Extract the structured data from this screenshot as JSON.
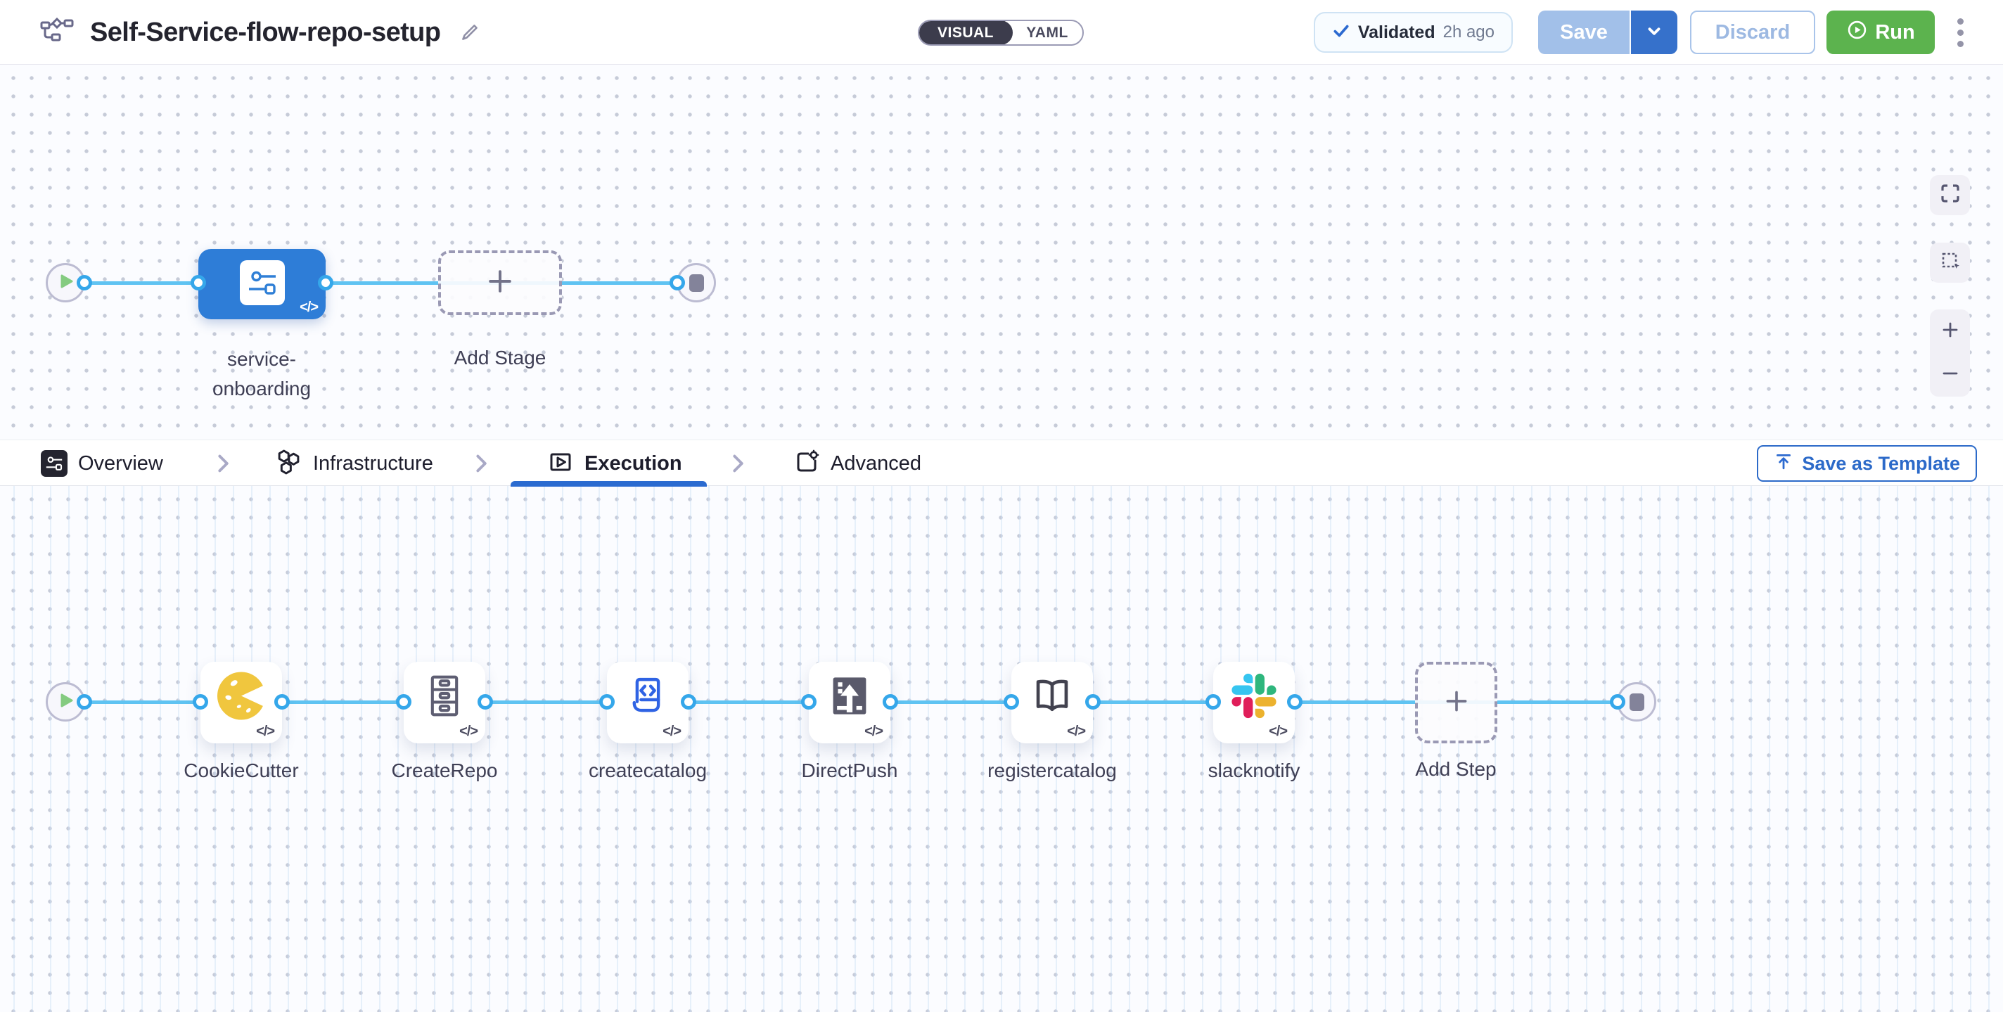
{
  "header": {
    "title": "Self-Service-flow-repo-setup",
    "toggle": {
      "visual": "VISUAL",
      "yaml": "YAML"
    },
    "validated": {
      "label": "Validated",
      "time": "2h ago"
    },
    "save_label": "Save",
    "discard_label": "Discard",
    "run_label": "Run"
  },
  "stage_canvas": {
    "stage_name_line1": "service-",
    "stage_name_line2": "onboarding",
    "add_stage_label": "Add Stage",
    "code_badge": "</>"
  },
  "tabs": {
    "items": [
      {
        "label": "Overview"
      },
      {
        "label": "Infrastructure"
      },
      {
        "label": "Execution"
      },
      {
        "label": "Advanced"
      }
    ],
    "active": "Execution",
    "save_as_template_label": "Save as Template"
  },
  "execution_canvas": {
    "steps": [
      {
        "label": "CookieCutter",
        "icon": "cookiecutter-icon"
      },
      {
        "label": "CreateRepo",
        "icon": "createrepo-icon"
      },
      {
        "label": "createcatalog",
        "icon": "createcatalog-icon"
      },
      {
        "label": "DirectPush",
        "icon": "directpush-icon"
      },
      {
        "label": "registercatalog",
        "icon": "registercatalog-icon"
      },
      {
        "label": "slacknotify",
        "icon": "slack-icon"
      }
    ],
    "add_step_label": "Add Step",
    "code_badge": "</>"
  },
  "colors": {
    "stage_node_blue": "#2e7dd7",
    "edge_blue": "#5fc3f2",
    "port_ring_blue": "#35a7ea",
    "run_green": "#5cb34e",
    "accent_blue": "#2c6ac9",
    "save_disabled_blue": "#a2c0e9",
    "save_caret_blue": "#3671cb",
    "toggle_dark": "#3c3c4c",
    "slack_blue": "#36C5F0",
    "slack_green": "#2EB67D",
    "slack_red": "#E01E5A",
    "slack_yellow": "#ECB22E",
    "cookie_yellow": "#f0c63e"
  }
}
